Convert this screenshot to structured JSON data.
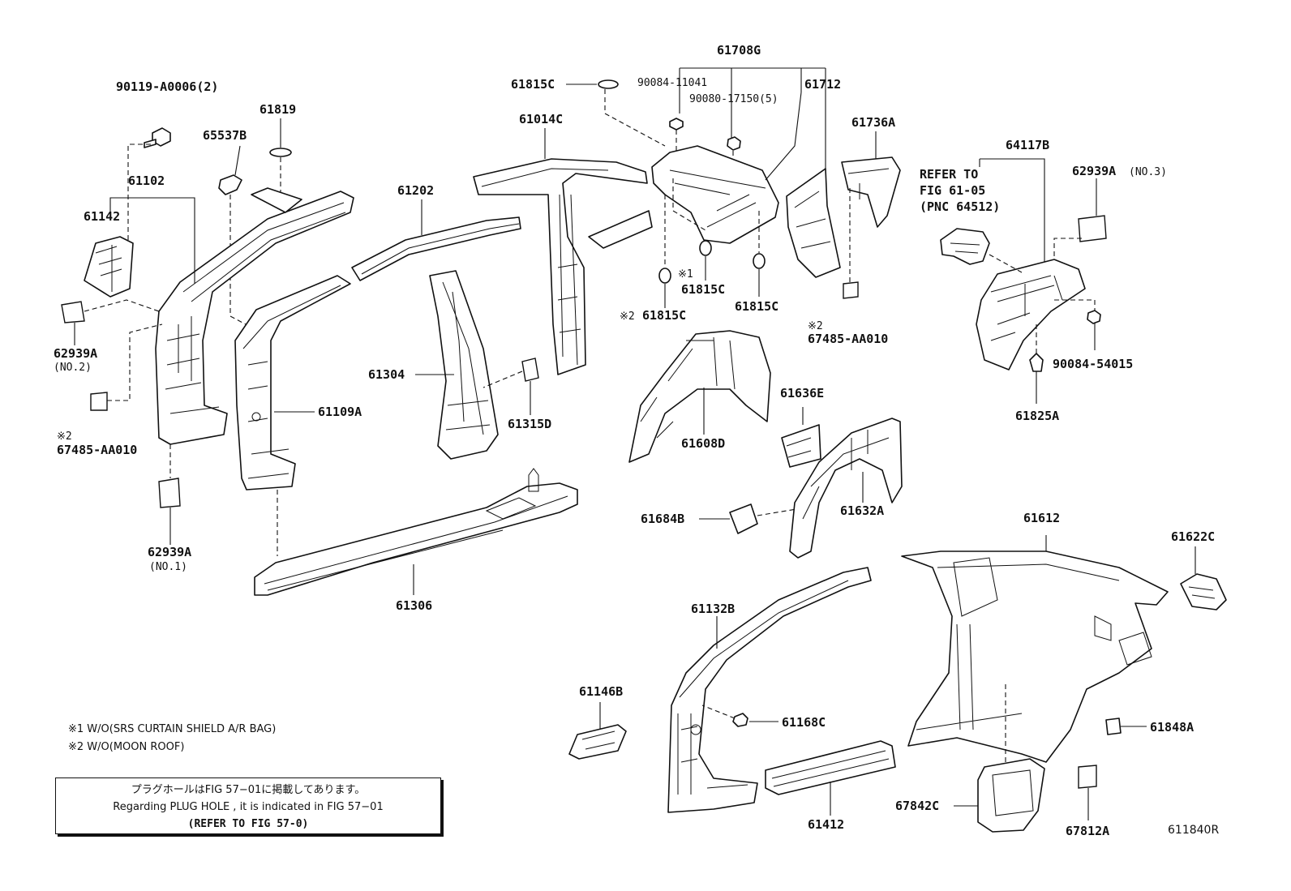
{
  "parts": {
    "p90119": "90119-A0006(2)",
    "p61819": "61819",
    "p65537B": "65537B",
    "p61102": "61102",
    "p61142": "61142",
    "p62939A_no2": "62939A",
    "no2": "(NO.2)",
    "m2_left": "※2",
    "p67485_left": "67485-AA010",
    "p62939A_no1": "62939A",
    "no1": "(NO.1)",
    "p61202": "61202",
    "p61109A": "61109A",
    "p61304": "61304",
    "p61315D": "61315D",
    "p61306": "61306",
    "p61815C_top": "61815C",
    "p61014C": "61014C",
    "p61708G": "61708G",
    "p90084_11041": "90084-11041",
    "p90080_17150": "90080-17150(5)",
    "p61712": "61712",
    "p61736A": "61736A",
    "m1": "※1",
    "p61815C_m1": "61815C",
    "m2_mid": "※2",
    "p61815C_m2": "61815C",
    "p61815C_right": "61815C",
    "m2_right": "※2",
    "p67485_right": "67485-AA010",
    "p64117B": "64117B",
    "refer1": "REFER TO",
    "refer2": "FIG 61-05",
    "refer3": "(PNC 64512)",
    "p62939A_no3": "62939A",
    "no3": "(NO.3)",
    "p90084_54015": "90084-54015",
    "p61825A": "61825A",
    "p61608D": "61608D",
    "p61636E": "61636E",
    "p61632A": "61632A",
    "p61684B": "61684B",
    "p61612": "61612",
    "p61622C": "61622C",
    "p61132B": "61132B",
    "p61146B": "61146B",
    "p61168C": "61168C",
    "p61848A": "61848A",
    "p61412": "61412",
    "p67842C": "67842C",
    "p67812A": "67812A"
  },
  "footnotes": {
    "note1": "※1 W/O(SRS CURTAIN SHIELD A/R BAG)",
    "note2": "※2 W/O(MOON ROOF)"
  },
  "notice": {
    "line_jp": "プラグホールはFIG 57−01に掲載してあります。",
    "line_en": "Regarding  PLUG  HOLE , it is indicated in FIG  57−01",
    "line_ref": "(REFER TO FIG 57-0)"
  },
  "figure_id": "611840R"
}
